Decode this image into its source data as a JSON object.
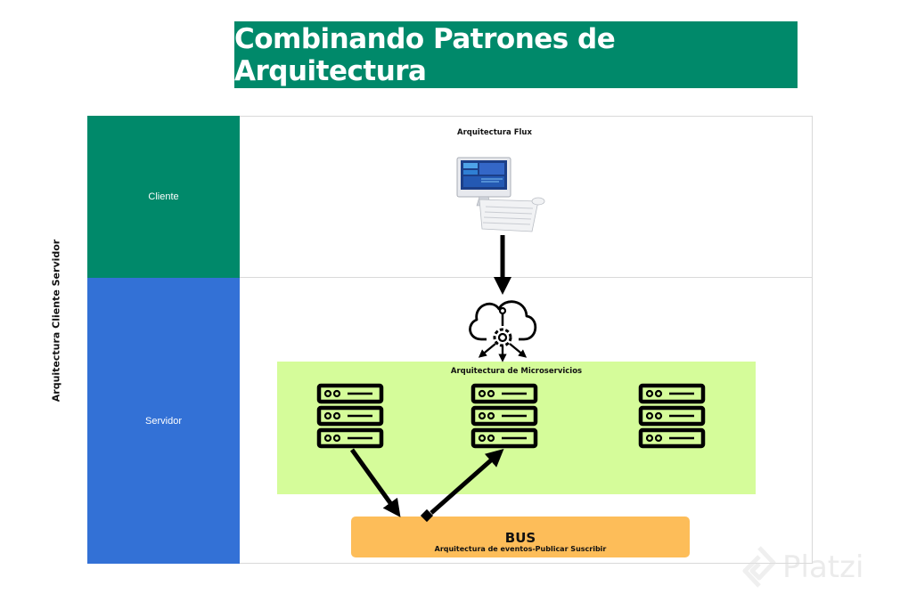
{
  "title": "Combinando Patrones de Arquitectura",
  "side_label": "Arquitectura Cliente Servidor",
  "lanes": {
    "client": "Cliente",
    "server": "Servidor"
  },
  "flux_label": "Arquitectura Flux",
  "microservices_label": "Arquitectura de Microservicios",
  "bus": {
    "title": "BUS",
    "subtitle": "Arquitectura de eventos-Publicar Suscribir"
  },
  "watermark": "Platzi",
  "colors": {
    "title_bg": "#00896a",
    "client_lane": "#00896a",
    "server_lane": "#3371d6",
    "microservices_bg": "#d5fc9a",
    "bus_bg": "#fdbd59"
  },
  "icons": [
    "desktop-computer-icon",
    "cloud-gear-icon",
    "server-rack-icon",
    "platzi-logo-icon"
  ]
}
